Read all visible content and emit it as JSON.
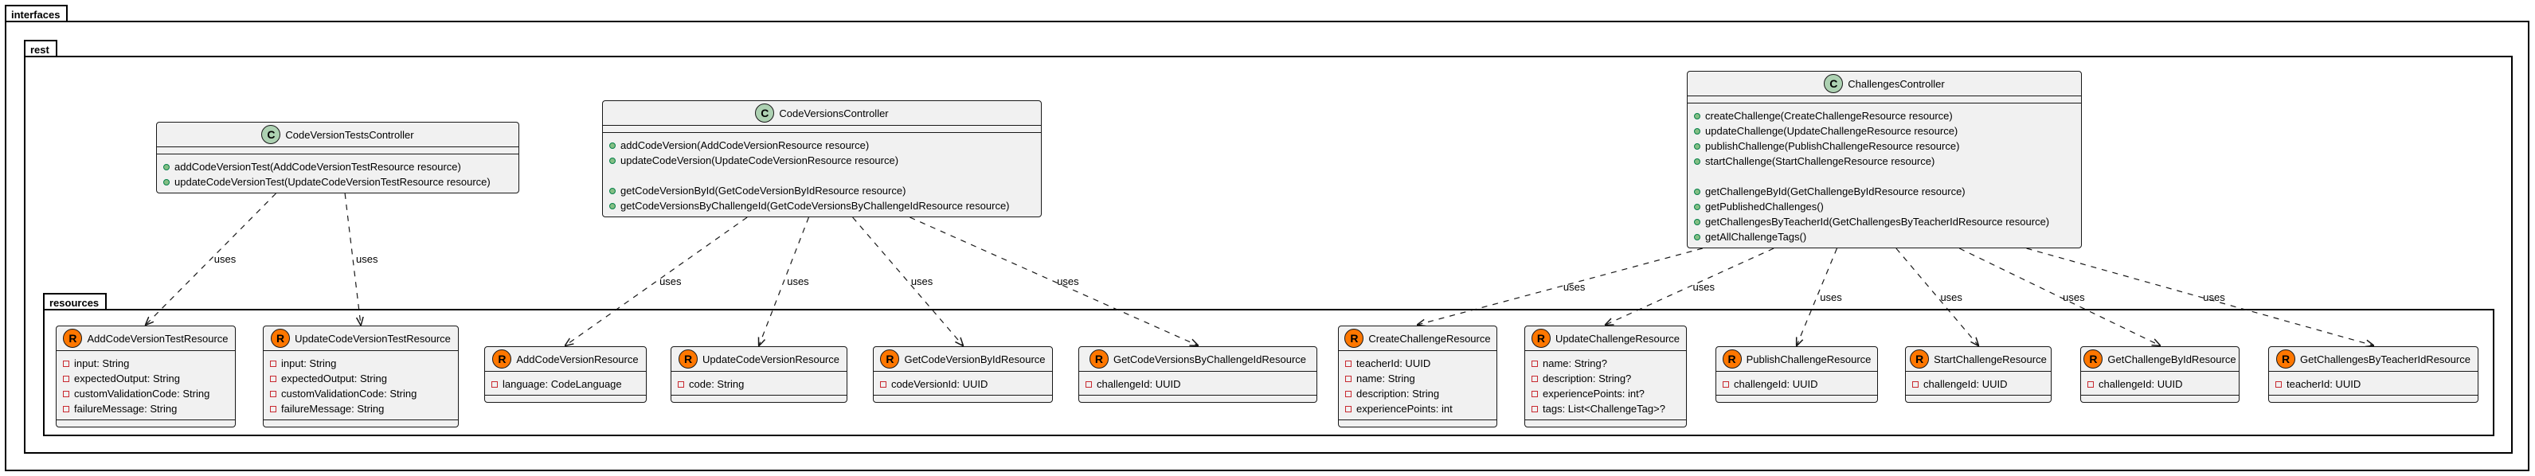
{
  "packages": {
    "interfaces": "interfaces",
    "rest": "rest",
    "resources": "resources"
  },
  "edge_label": "uses",
  "controllers": [
    {
      "name": "CodeVersionTestsController",
      "stereotype": "C",
      "methods": [
        "addCodeVersionTest(AddCodeVersionTestResource resource)",
        "updateCodeVersionTest(UpdateCodeVersionTestResource resource)"
      ]
    },
    {
      "name": "CodeVersionsController",
      "stereotype": "C",
      "methods": [
        "addCodeVersion(AddCodeVersionResource resource)",
        "updateCodeVersion(UpdateCodeVersionResource resource)",
        "",
        "getCodeVersionById(GetCodeVersionByIdResource resource)",
        "getCodeVersionsByChallengeId(GetCodeVersionsByChallengeIdResource resource)"
      ]
    },
    {
      "name": "ChallengesController",
      "stereotype": "C",
      "methods": [
        "createChallenge(CreateChallengeResource resource)",
        "updateChallenge(UpdateChallengeResource resource)",
        "publishChallenge(PublishChallengeResource resource)",
        "startChallenge(StartChallengeResource resource)",
        "",
        "getChallengeById(GetChallengeByIdResource resource)",
        "getPublishedChallenges()",
        "getChallengesByTeacherId(GetChallengesByTeacherIdResource resource)",
        "getAllChallengeTags()"
      ]
    }
  ],
  "resources": [
    {
      "name": "AddCodeVersionTestResource",
      "stereotype": "R",
      "fields": [
        "input: String",
        "expectedOutput: String",
        "customValidationCode: String",
        "failureMessage: String"
      ]
    },
    {
      "name": "UpdateCodeVersionTestResource",
      "stereotype": "R",
      "fields": [
        "input: String",
        "expectedOutput: String",
        "customValidationCode: String",
        "failureMessage: String"
      ]
    },
    {
      "name": "AddCodeVersionResource",
      "stereotype": "R",
      "fields": [
        "language: CodeLanguage"
      ]
    },
    {
      "name": "UpdateCodeVersionResource",
      "stereotype": "R",
      "fields": [
        "code: String"
      ]
    },
    {
      "name": "GetCodeVersionByIdResource",
      "stereotype": "R",
      "fields": [
        "codeVersionId: UUID"
      ]
    },
    {
      "name": "GetCodeVersionsByChallengeIdResource",
      "stereotype": "R",
      "fields": [
        "challengeId: UUID"
      ]
    },
    {
      "name": "CreateChallengeResource",
      "stereotype": "R",
      "fields": [
        "teacherId: UUID",
        "name: String",
        "description: String",
        "experiencePoints: int"
      ]
    },
    {
      "name": "UpdateChallengeResource",
      "stereotype": "R",
      "fields": [
        "name: String?",
        "description: String?",
        "experiencePoints: int?",
        "tags: List<ChallengeTag>?"
      ]
    },
    {
      "name": "PublishChallengeResource",
      "stereotype": "R",
      "fields": [
        "challengeId: UUID"
      ]
    },
    {
      "name": "StartChallengeResource",
      "stereotype": "R",
      "fields": [
        "challengeId: UUID"
      ]
    },
    {
      "name": "GetChallengeByIdResource",
      "stereotype": "R",
      "fields": [
        "challengeId: UUID"
      ]
    },
    {
      "name": "GetChallengesByTeacherIdResource",
      "stereotype": "R",
      "fields": [
        "teacherId: UUID"
      ]
    }
  ],
  "relations": [
    {
      "from": "CodeVersionTestsController",
      "to": "AddCodeVersionTestResource"
    },
    {
      "from": "CodeVersionTestsController",
      "to": "UpdateCodeVersionTestResource"
    },
    {
      "from": "CodeVersionsController",
      "to": "AddCodeVersionResource"
    },
    {
      "from": "CodeVersionsController",
      "to": "UpdateCodeVersionResource"
    },
    {
      "from": "CodeVersionsController",
      "to": "GetCodeVersionByIdResource"
    },
    {
      "from": "CodeVersionsController",
      "to": "GetCodeVersionsByChallengeIdResource"
    },
    {
      "from": "ChallengesController",
      "to": "CreateChallengeResource"
    },
    {
      "from": "ChallengesController",
      "to": "UpdateChallengeResource"
    },
    {
      "from": "ChallengesController",
      "to": "PublishChallengeResource"
    },
    {
      "from": "ChallengesController",
      "to": "StartChallengeResource"
    },
    {
      "from": "ChallengesController",
      "to": "GetChallengeByIdResource"
    },
    {
      "from": "ChallengesController",
      "to": "GetChallengesByTeacherIdResource"
    }
  ]
}
